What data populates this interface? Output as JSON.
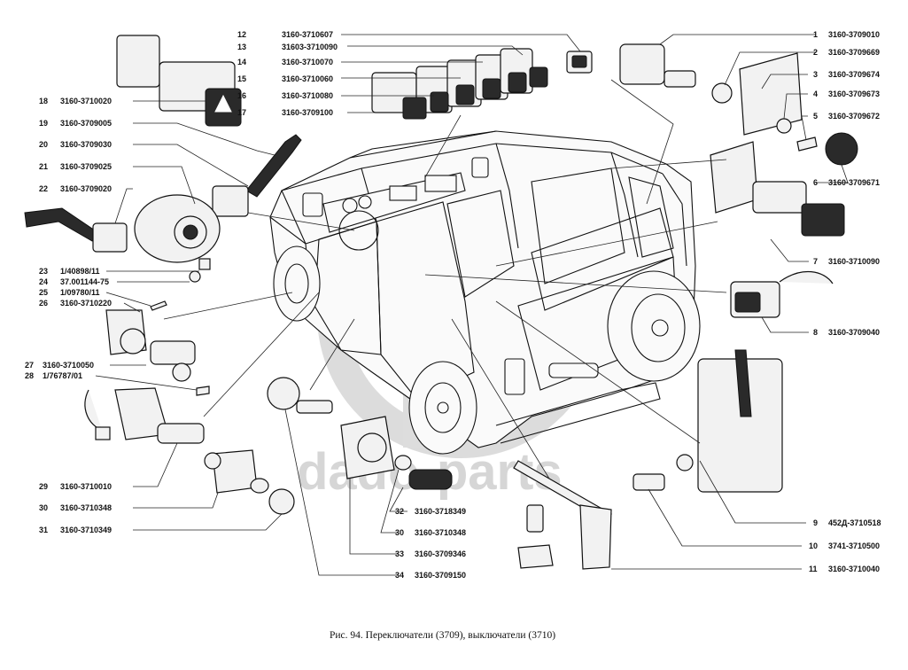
{
  "caption": "Рис. 94. Переключатели (3709), выключатели (3710)",
  "watermark": "dado-parts",
  "callouts_right": [
    {
      "num": "1",
      "part": "3160-3709010"
    },
    {
      "num": "2",
      "part": "3160-3709669"
    },
    {
      "num": "3",
      "part": "3160-3709674"
    },
    {
      "num": "4",
      "part": "3160-3709673"
    },
    {
      "num": "5",
      "part": "3160-3709672"
    },
    {
      "num": "6",
      "part": "3160-3709671"
    },
    {
      "num": "7",
      "part": "3160-3710090"
    },
    {
      "num": "8",
      "part": "3160-3709040"
    },
    {
      "num": "9",
      "part": "452Д-3710518"
    },
    {
      "num": "10",
      "part": "3741-3710500"
    },
    {
      "num": "11",
      "part": "3160-3710040"
    }
  ],
  "callouts_top": [
    {
      "num": "12",
      "part": "3160-3710607"
    },
    {
      "num": "13",
      "part": "31603-3710090"
    },
    {
      "num": "14",
      "part": "3160-3710070"
    },
    {
      "num": "15",
      "part": "3160-3710060"
    },
    {
      "num": "16",
      "part": "3160-3710080"
    },
    {
      "num": "17",
      "part": "3160-3709100"
    }
  ],
  "callouts_left": [
    {
      "num": "18",
      "part": "3160-3710020"
    },
    {
      "num": "19",
      "part": "3160-3709005"
    },
    {
      "num": "20",
      "part": "3160-3709030"
    },
    {
      "num": "21",
      "part": "3160-3709025"
    },
    {
      "num": "22",
      "part": "3160-3709020"
    },
    {
      "num": "23",
      "part": "1/40898/11"
    },
    {
      "num": "24",
      "part": "37.001144-75"
    },
    {
      "num": "25",
      "part": "1/09780/11"
    },
    {
      "num": "26",
      "part": "3160-3710220"
    },
    {
      "num": "27",
      "part": "3160-3710050"
    },
    {
      "num": "28",
      "part": "1/76787/01"
    },
    {
      "num": "29",
      "part": "3160-3710010"
    },
    {
      "num": "30",
      "part": "3160-3710348"
    },
    {
      "num": "31",
      "part": "3160-3710349"
    }
  ],
  "callouts_bottom": [
    {
      "num": "32",
      "part": "3160-3718349"
    },
    {
      "num": "30",
      "part": "3160-3710348"
    },
    {
      "num": "33",
      "part": "3160-3709346"
    },
    {
      "num": "34",
      "part": "3160-3709150"
    }
  ]
}
